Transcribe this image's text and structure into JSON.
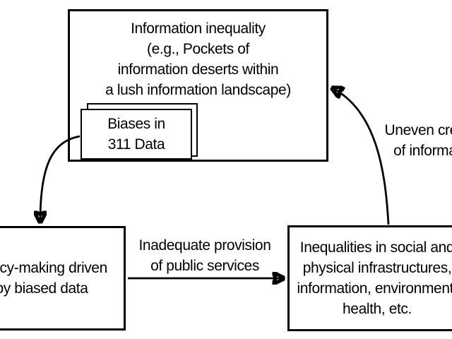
{
  "diagram": {
    "nodes": {
      "information_inequality": {
        "text": "Information inequality\n(e.g., Pockets of\ninformation deserts within\na lush information landscape)"
      },
      "biases_311": {
        "text": "Biases in\n311 Data"
      },
      "policy_making": {
        "text": "Policy-making driven\nby biased data"
      },
      "inequalities": {
        "text": "Inequalities in social and\nphysical infrastructures,\ninformation, environment,\nhealth, etc."
      }
    },
    "edge_labels": {
      "inadequate_provision": "Inadequate provision\nof public services",
      "uneven_creation": "Uneven creation\nof information"
    },
    "colors": {
      "line": "#000000",
      "text": "#000000",
      "background": "#ffffff"
    }
  }
}
